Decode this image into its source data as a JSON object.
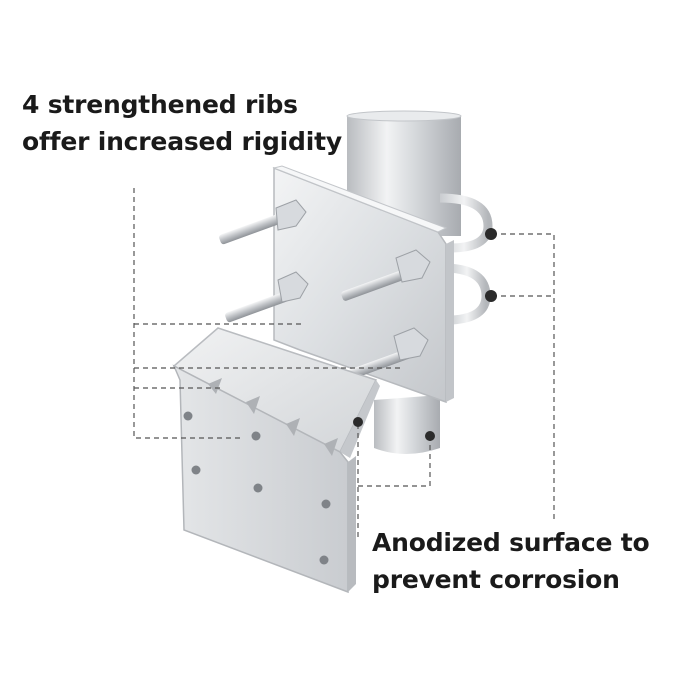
{
  "callouts": {
    "ribs": {
      "line1": "4 strengthened ribs",
      "line2": "offer increased rigidity"
    },
    "surface": {
      "line1": "Anodized surface to",
      "line2": "prevent corrosion"
    }
  },
  "colors": {
    "metal_light": "#eef0f2",
    "metal_mid": "#d3d6da",
    "metal_dark": "#a9adb2",
    "leader_line": "#555555",
    "dot": "#2b2b2b",
    "text": "#1a1a1a"
  }
}
